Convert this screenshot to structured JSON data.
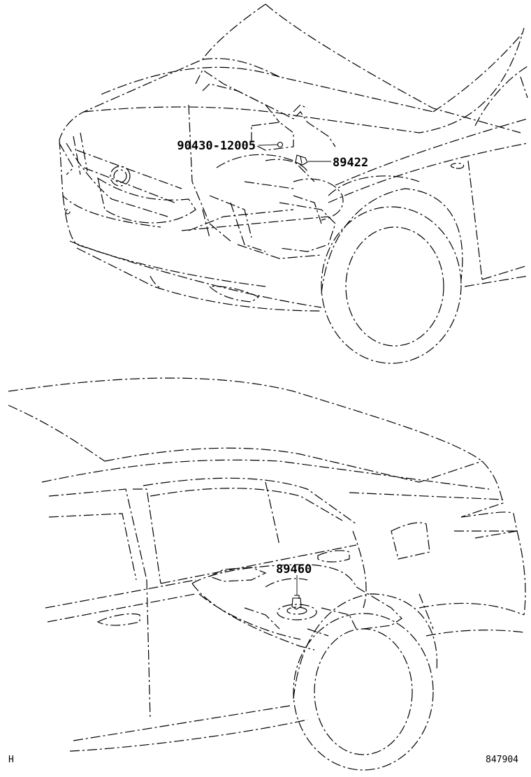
{
  "callouts": {
    "bolt": "90430-12005",
    "front_sensor": "89422",
    "rear_sensor": "89460"
  },
  "footer": {
    "left_mark": "H",
    "figure_number": "847904"
  }
}
